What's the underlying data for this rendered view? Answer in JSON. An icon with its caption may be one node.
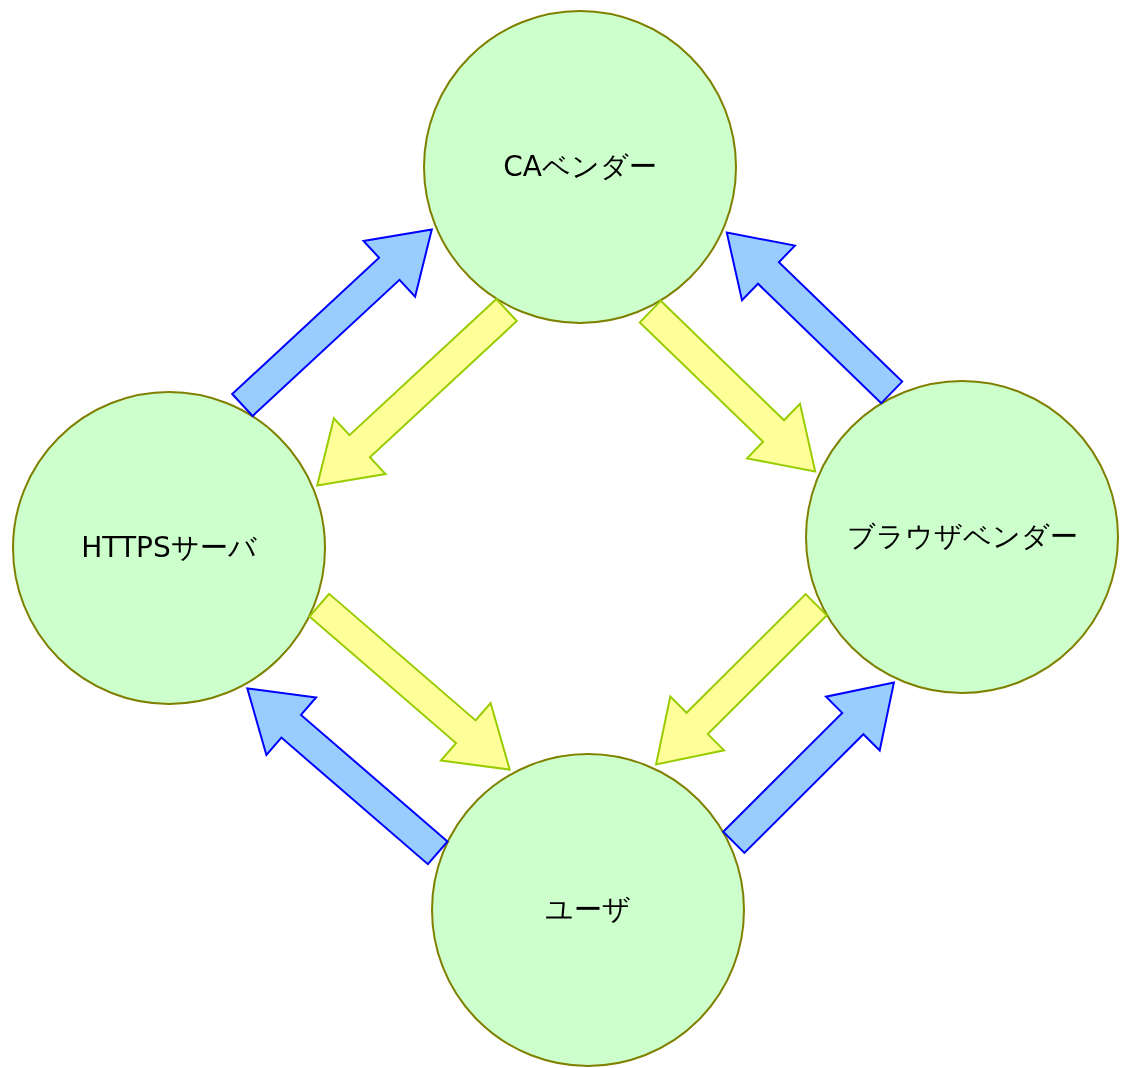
{
  "diagram": {
    "nodes": [
      {
        "text": [
          "CAベンダー"
        ]
      },
      {
        "text": [
          "HTTPSサーバ"
        ]
      },
      {
        "text": [
          "ブラウザベンダー"
        ]
      },
      {
        "text": [
          "ユーザ"
        ]
      }
    ],
    "edges": [
      {
        "from": 1,
        "to": 0,
        "arrow": "to",
        "color": "#99ccff"
      },
      {
        "from": 0,
        "to": 1,
        "arrow": "to",
        "color": "#ffff99"
      },
      {
        "from": 0,
        "to": 2,
        "arrow": "to",
        "color": "#ffff99"
      },
      {
        "from": 2,
        "to": 0,
        "arrow": "to",
        "color": "#99ccff"
      },
      {
        "from": 1,
        "to": 3,
        "arrow": "to",
        "color": "#ffff99"
      },
      {
        "from": 3,
        "to": 1,
        "arrow": "to",
        "color": "#99ccff"
      },
      {
        "from": 2,
        "to": 3,
        "arrow": "to",
        "color": "#ffff99"
      },
      {
        "from": 3,
        "to": 2,
        "arrow": "to",
        "color": "#99ccff"
      }
    ]
  }
}
